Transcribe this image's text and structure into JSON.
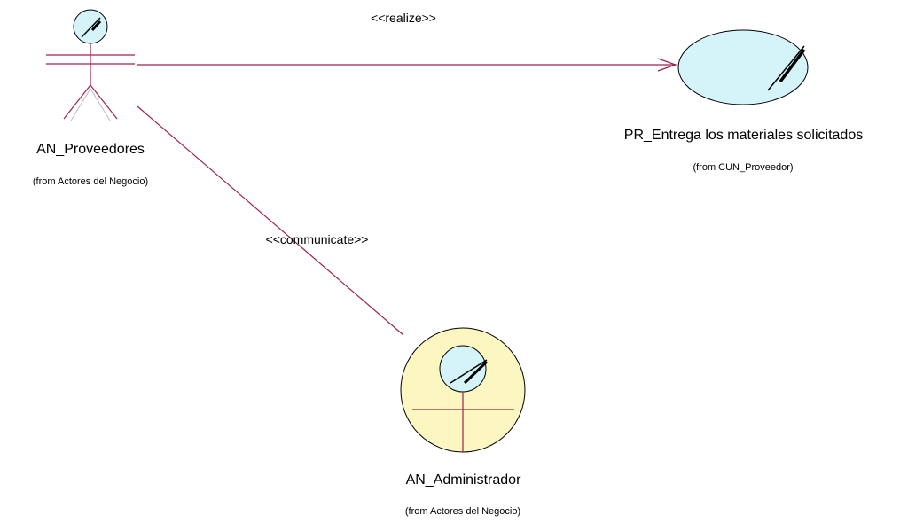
{
  "diagram": {
    "elements": {
      "proveedores": {
        "kind": "business-actor",
        "name": "AN_Proveedores",
        "from": "(from Actores del Negocio)"
      },
      "entrega": {
        "kind": "business-use-case-realization",
        "name": "PR_Entrega los materiales solicitados",
        "from": "(from CUN_Proveedor)"
      },
      "administrador": {
        "kind": "business-worker",
        "name": "AN_Administrador",
        "from": "(from Actores del Negocio)"
      }
    },
    "connectors": {
      "realize": {
        "stereotype": "<<realize>>",
        "from": "AN_Proveedores",
        "to": "PR_Entrega los materiales solicitados"
      },
      "communicate": {
        "stereotype": "<<communicate>>",
        "from": "AN_Proveedores",
        "to": "AN_Administrador"
      }
    },
    "colors": {
      "line": "#a0204a",
      "head_fill": "#d4f4fa",
      "usecase_fill": "#d4f4fa",
      "worker_fill": "#fcf6c0",
      "outline": "#000000"
    }
  }
}
